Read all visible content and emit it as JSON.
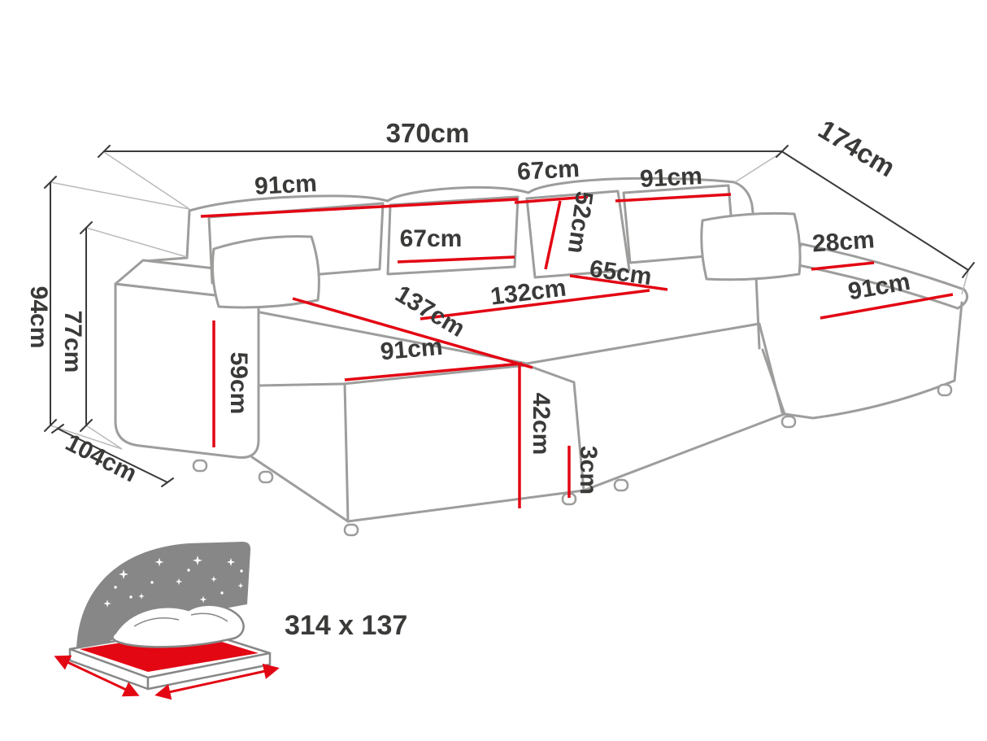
{
  "diagram": {
    "type": "sofa-dimension-diagram",
    "colors": {
      "dimension_red": "#e30613",
      "outline_gray": "#9d9d9c",
      "text_dark": "#3a3a39",
      "icon_gray": "#878787",
      "helper_gray": "#b9b9b8"
    },
    "dimensions": {
      "overall_width": "370cm",
      "overall_depth": "174cm",
      "overall_height": "94cm",
      "backrest_height": "77cm",
      "armrest_depth": "104cm",
      "back_left_width": "91cm",
      "back_middle_width": "67cm",
      "back_right_width": "91cm",
      "back_cushion_height": "52cm",
      "back_cushion_width": "67cm",
      "pillow_width": "28cm",
      "seat_depth": "65cm",
      "middle_seat_width": "132cm",
      "chaise_length": "137cm",
      "chaise_width": "91cm",
      "armrest_height": "59cm",
      "seat_height": "42cm",
      "leg_height": "3cm",
      "right_chaise_width": "91cm"
    },
    "sleeping_function": {
      "size_label": "314 x 137"
    }
  }
}
